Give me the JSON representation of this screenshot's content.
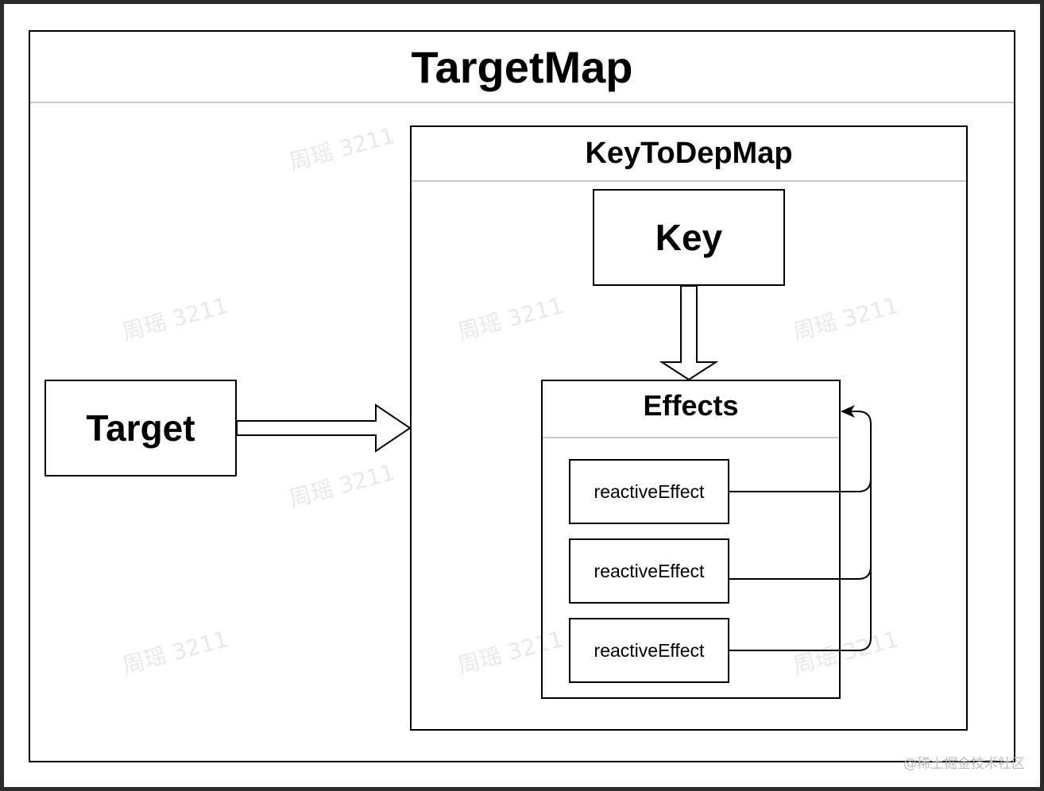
{
  "diagram": {
    "target_map": {
      "title": "TargetMap"
    },
    "key_to_dep_map": {
      "title": "KeyToDepMap"
    },
    "key": {
      "label": "Key"
    },
    "target": {
      "label": "Target"
    },
    "effects": {
      "title": "Effects",
      "items": [
        {
          "label": "reactiveEffect"
        },
        {
          "label": "reactiveEffect"
        },
        {
          "label": "reactiveEffect"
        }
      ]
    }
  },
  "watermark": {
    "text": "周瑶 3211"
  },
  "footer": {
    "text": "@稀土掘金技术社区"
  }
}
